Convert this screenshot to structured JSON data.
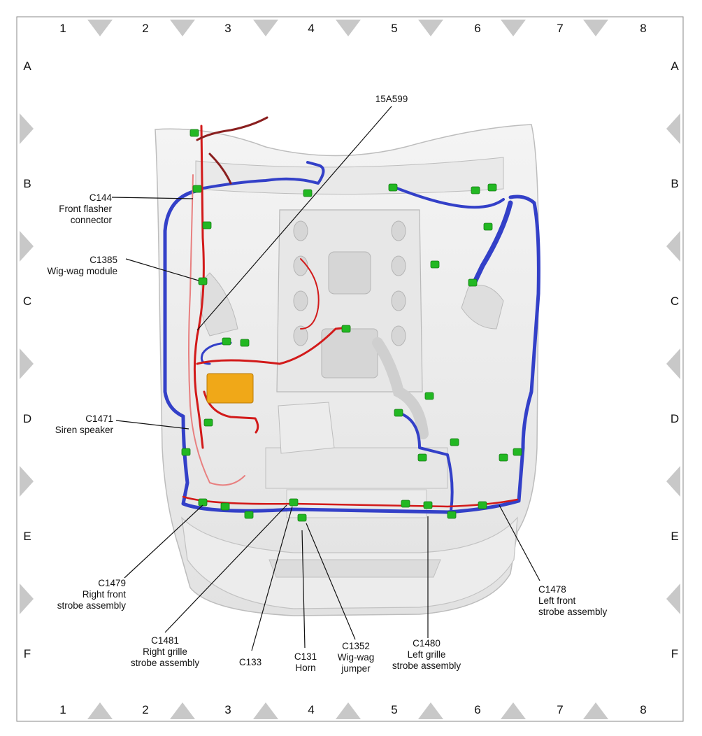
{
  "grid": {
    "columns": [
      "1",
      "2",
      "3",
      "4",
      "5",
      "6",
      "7",
      "8"
    ],
    "rows": [
      "A",
      "B",
      "C",
      "D",
      "E",
      "F"
    ]
  },
  "callouts": [
    {
      "id": "15a599",
      "lines": [
        "15A599"
      ]
    },
    {
      "id": "c144",
      "lines": [
        "C144",
        "Front flasher",
        "connector"
      ]
    },
    {
      "id": "c1385",
      "lines": [
        "C1385",
        "Wig-wag module"
      ]
    },
    {
      "id": "c1471",
      "lines": [
        "C1471",
        "Siren speaker"
      ]
    },
    {
      "id": "c1479",
      "lines": [
        "C1479",
        "Right front",
        "strobe assembly"
      ]
    },
    {
      "id": "c1481",
      "lines": [
        "C1481",
        "Right grille",
        "strobe assembly"
      ]
    },
    {
      "id": "c133",
      "lines": [
        "C133"
      ]
    },
    {
      "id": "c131",
      "lines": [
        "C131",
        "Horn"
      ]
    },
    {
      "id": "c1352",
      "lines": [
        "C1352",
        "Wig-wag",
        "jumper"
      ]
    },
    {
      "id": "c1480",
      "lines": [
        "C1480",
        "Left grille",
        "strobe assembly"
      ]
    },
    {
      "id": "c1478",
      "lines": [
        "C1478",
        "Left front",
        "strobe assembly"
      ]
    }
  ],
  "colors": {
    "harness_blue": "#3340c8",
    "harness_red": "#d21a1a",
    "harness_pink": "#e88080",
    "connector_green": "#22b822",
    "module_orange": "#f0a818",
    "frame_gray": "#c8c8c8"
  }
}
